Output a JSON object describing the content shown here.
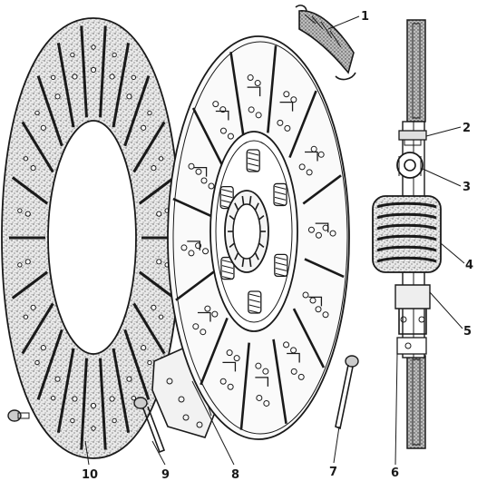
{
  "figure": {
    "callouts": [
      {
        "id": "1",
        "label": "1"
      },
      {
        "id": "2",
        "label": "2"
      },
      {
        "id": "3",
        "label": "3"
      },
      {
        "id": "4",
        "label": "4"
      },
      {
        "id": "5",
        "label": "5"
      },
      {
        "id": "6",
        "label": "6"
      },
      {
        "id": "7",
        "label": "7"
      },
      {
        "id": "8",
        "label": "8"
      },
      {
        "id": "9",
        "label": "9"
      },
      {
        "id": "10",
        "label": "10"
      }
    ],
    "colors": {
      "ink": "#1a1a1a",
      "paper": "#ffffff",
      "lining_speckle": "#555555"
    }
  }
}
